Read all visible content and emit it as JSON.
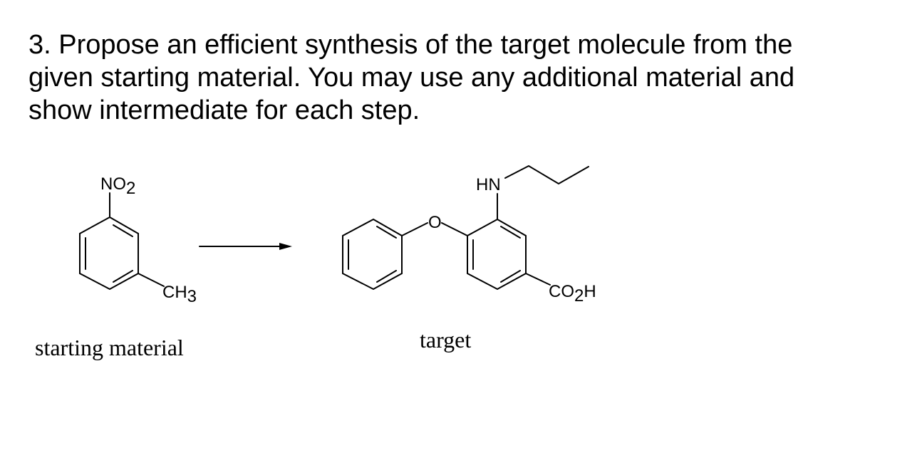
{
  "question": {
    "line1": "3.  Propose an efficient synthesis of the target molecule from the",
    "line2": "given starting material.  You may use any additional material and",
    "line3": "show intermediate for each step."
  },
  "starting_material": {
    "caption": "starting material",
    "nitro_label": "NO",
    "nitro_subscript": "2",
    "methyl_label": "CH",
    "methyl_subscript": "3"
  },
  "reaction_arrow": {
    "direction": "right"
  },
  "target": {
    "caption": "target",
    "amine_label": "HN",
    "ether_oxygen_label": "O",
    "acid_label_pre": "CO",
    "acid_subscript": "2",
    "acid_label_post": "H"
  }
}
